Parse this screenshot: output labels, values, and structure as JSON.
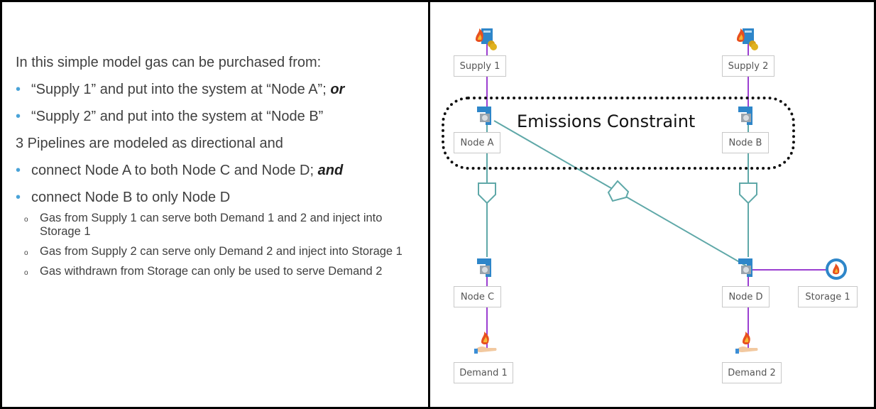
{
  "text": {
    "intro": "In this simple model gas can be purchased from:",
    "bullet1": "“Supply 1” and put into the system at “Node A”;",
    "bullet1_em": "or",
    "bullet2": "“Supply 2” and put into the system at “Node B”",
    "line2": "3 Pipelines are modeled as directional and",
    "bullet3": "connect Node A to both Node C and Node D;",
    "bullet3_em": "and",
    "bullet4": "connect Node B to only Node D",
    "sub1": "Gas from Supply 1 can serve both Demand 1 and 2 and inject into Storage 1",
    "sub2": "Gas from Supply 2 can serve only Demand 2 and inject into Storage 1",
    "sub3": "Gas withdrawn from Storage can only be used to serve Demand 2",
    "bullet_glyph": "•",
    "sub_glyph": "o"
  },
  "diagram": {
    "constraint_label": "Emissions Constraint",
    "nodes": {
      "supply1": "Supply 1",
      "supply2": "Supply 2",
      "nodeA": "Node A",
      "nodeB": "Node B",
      "nodeC": "Node C",
      "nodeD": "Node D",
      "storage1": "Storage 1",
      "demand1": "Demand 1",
      "demand2": "Demand 2"
    },
    "icons": {
      "supply": "gas-supply-icon",
      "node": "gas-node-icon",
      "storage": "gas-storage-icon",
      "demand": "gas-demand-icon",
      "pipeline": "pipeline-direction-icon"
    },
    "colors": {
      "membership_line": "#9b3fd1",
      "pipeline_line": "#5fa8a8",
      "flame": "#e8501e",
      "node_blue": "#2e86c9"
    }
  }
}
